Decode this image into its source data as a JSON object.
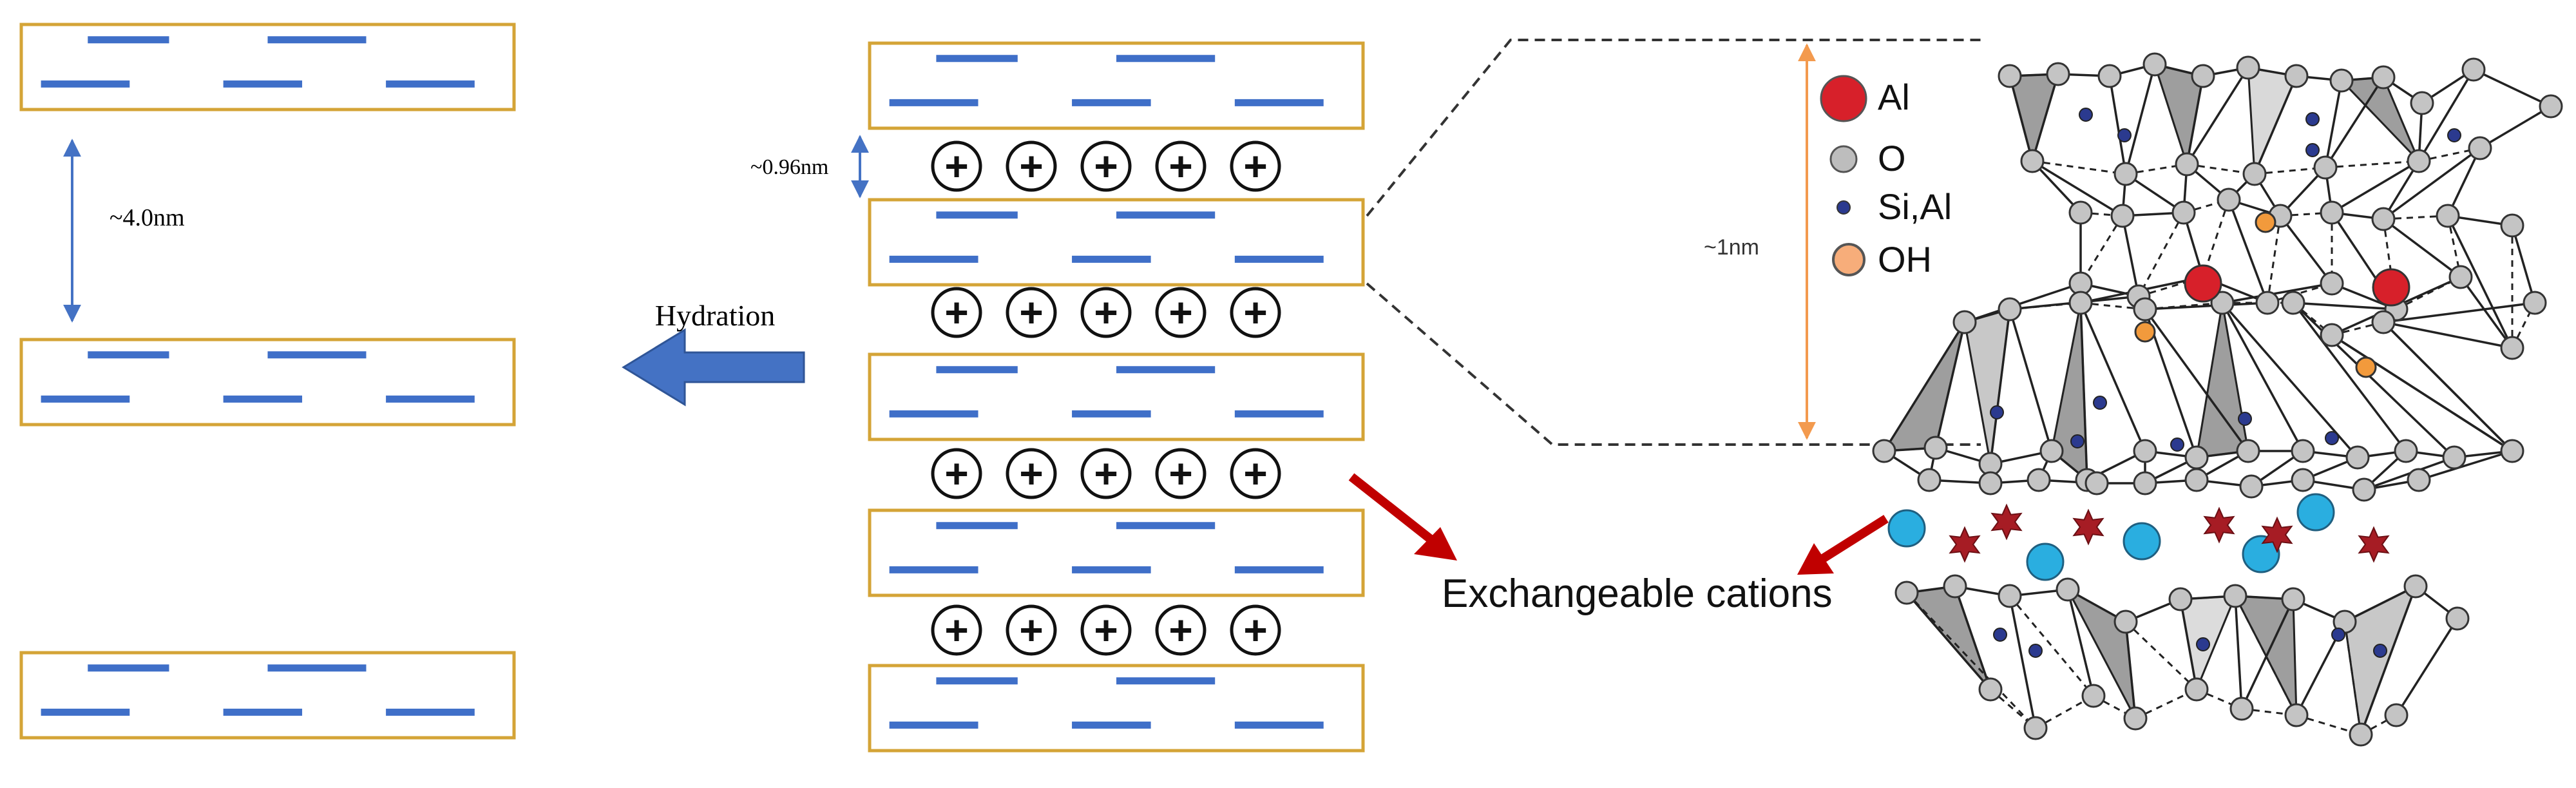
{
  "left_group": {
    "spacing_label": "~4.0nm",
    "sheet_count": 3
  },
  "hydration": {
    "label": "Hydration"
  },
  "middle_group": {
    "spacing_label": "~0.96nm",
    "sheet_count": 5,
    "cation_rows": 4,
    "cations_per_row": 5,
    "cation_symbol": "+"
  },
  "structure": {
    "thickness_label": "~1nm",
    "legend": [
      {
        "label": "Al",
        "color": "#d7202a",
        "icon": "large-red-circle"
      },
      {
        "label": "O",
        "color": "#bdbdbd",
        "icon": "gray-circle"
      },
      {
        "label": "Si,Al",
        "color": "#2b3a8f",
        "icon": "small-blue-dot"
      },
      {
        "label": "OH",
        "color": "#f7ad7a",
        "icon": "orange-circle"
      }
    ],
    "exchangeable_label": "Exchangeable cations"
  },
  "colors": {
    "sheet_border": "#d4a437",
    "charge_dash": "#3f6fc8",
    "arrow_blue": "#4472c4",
    "arrow_red": "#c00000",
    "bracket_orange": "#f39a4e",
    "cation_cyan": "#2aaee0",
    "cation_star": "#a61c24",
    "polyhedron_gray": "#9e9e9e"
  }
}
